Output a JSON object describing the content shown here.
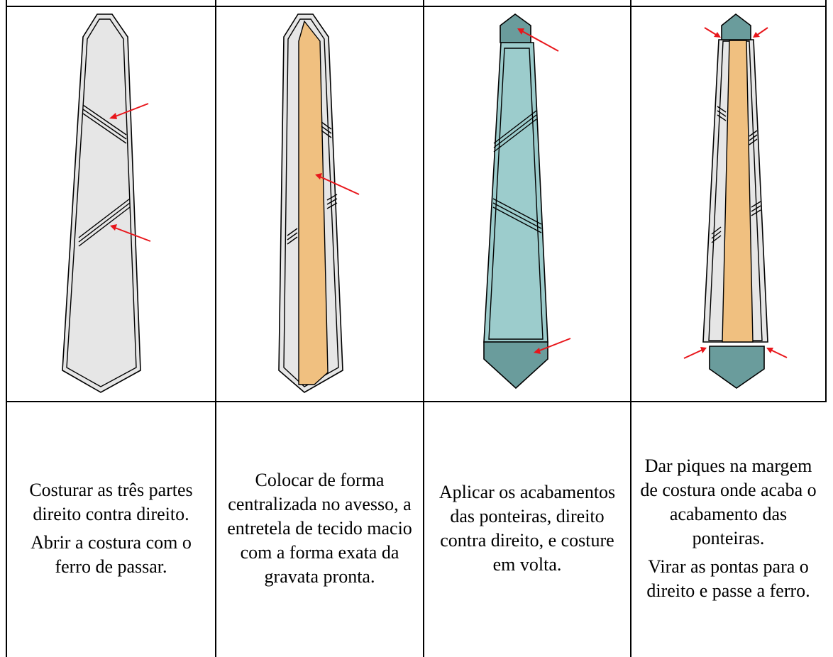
{
  "columns": [
    {
      "illustration": "tie-three-parts-sewn",
      "lines": [
        "Costurar as três partes direito contra direito.",
        "Abrir a costura com o ferro de passar."
      ]
    },
    {
      "illustration": "tie-with-interfacing",
      "lines": [
        "Colocar de forma centralizada no avesso, a entretela de tecido macio com a forma exata da gravata pronta."
      ]
    },
    {
      "illustration": "tie-with-tip-linings",
      "lines": [
        "Aplicar os acabamentos das ponteiras, direito contra direito, e costure em volta."
      ]
    },
    {
      "illustration": "tie-clipped-and-turned",
      "lines": [
        "Dar piques na margem de costura onde acaba o acabamento das ponteiras.",
        "Virar as pontas para o direito e passe a ferro."
      ]
    }
  ],
  "colors": {
    "fabric": "#e6e6e6",
    "interfacing": "#f0c080",
    "lining": "#9ccccc",
    "tip": "#6a9c9c",
    "arrow": "#e8161b",
    "outline": "#000000"
  }
}
